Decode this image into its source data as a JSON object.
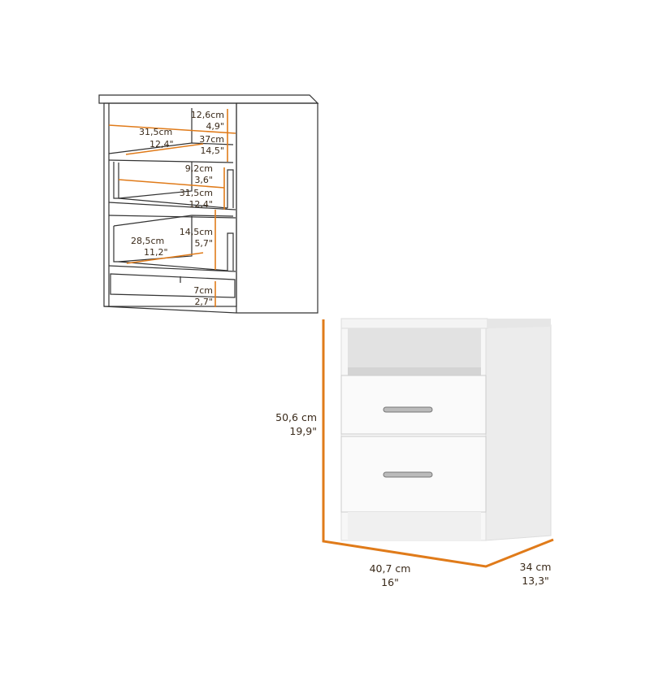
{
  "accent_color": "#e07b1a",
  "schematic": {
    "top_shelf_height": [
      "12,6cm",
      "4,9\""
    ],
    "inner_width": [
      "31,5cm",
      "12,4\""
    ],
    "depth": [
      "37cm",
      "14,5\""
    ],
    "drawer1_height": [
      "9,2cm",
      "3,6\""
    ],
    "drawer1_width": [
      "31,5cm",
      "12,4\""
    ],
    "drawer2_height": [
      "14,5cm",
      "5,7\""
    ],
    "drawer2_depth": [
      "28,5cm",
      "11,2\""
    ],
    "base_height": [
      "7cm",
      "2,7\""
    ]
  },
  "product": {
    "height": [
      "50,6 cm",
      "19,9\""
    ],
    "width": [
      "40,7 cm",
      "16\""
    ],
    "depth": [
      "34 cm",
      "13,3\""
    ]
  }
}
